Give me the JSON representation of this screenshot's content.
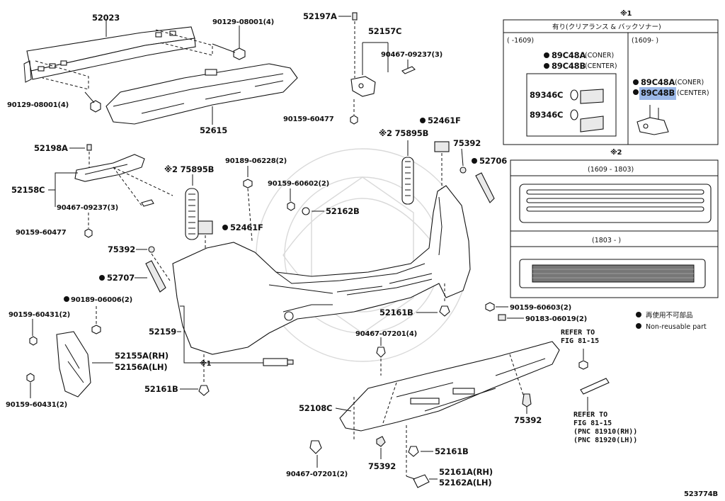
{
  "diagram_id": "523774B",
  "parts": {
    "p52023": "52023",
    "p90129_top": "90129-08001(4)",
    "p90129_left": "90129-08001(4)",
    "p52615": "52615",
    "p52197A": "52197A",
    "p52157C": "52157C",
    "p90467_top": "90467-09237(3)",
    "p90159_60477_mid": "90159-60477",
    "p52461F_top": "52461F",
    "p75895B_top": "※2 75895B",
    "p75392_top": "75392",
    "p52706": "52706",
    "p52198A": "52198A",
    "p90189_06228": "90189-06228(2)",
    "p52158C": "52158C",
    "p90159_60602": "90159-60602(2)",
    "p90467_left": "90467-09237(3)",
    "p52162B": "52162B",
    "p90159_60477_left": "90159-60477",
    "p75895B_left": "※2 75895B",
    "p52461F_left": "52461F",
    "p75392_left": "75392",
    "p52707": "52707",
    "p90189_06006": "90189-06006(2)",
    "p90159_60431_a": "90159-60431(2)",
    "p52161B_mid": "52161B",
    "p90159_60603": "90159-60603(2)",
    "p90183_06019": "90183-06019(2)",
    "p52159": "52159",
    "p52155A": "52155A(RH)",
    "p52156A": "52156A(LH)",
    "p90467_07201_a": "90467-07201(4)",
    "p90159_60431_b": "90159-60431(2)",
    "p52161B_left": "52161B",
    "p52108C": "52108C",
    "p75392_right": "75392",
    "p90467_07201_b": "90467-07201(2)",
    "p75392_bottom": "75392",
    "p52161B_bottom": "52161B",
    "p52161A": "52161A(RH)",
    "p52162A": "52162A(LH)",
    "star1_mark": "※1"
  },
  "refer": {
    "a_line1": "REFER TO",
    "a_line2": "FIG 81-15",
    "b_line1": "REFER TO",
    "b_line2": "FIG 81-15",
    "b_line3": "(PNC 81910(RH))",
    "b_line4": "(PNC 81920(LH))"
  },
  "box1": {
    "mark": "※1",
    "title": "有り(クリアランス & バックソナー)",
    "col_left": "(    -1609)",
    "col_right": "(1609-    )",
    "l_item1": "89C48A",
    "l_item1_note": "(CONER)",
    "l_item2": "89C48B",
    "l_item2_note": "(CENTER)",
    "l_sub1": "89346C",
    "l_sub2": "89346C",
    "r_item1": "89C48A",
    "r_item1_note": "(CONER)",
    "r_item2": "89C48B",
    "r_item2_note": "(CENTER)"
  },
  "box2": {
    "mark": "※2",
    "top_label": "(1609 - 1803)",
    "bottom_label": "(1803 -      )"
  },
  "legend": {
    "item1": "再使用不可部品",
    "item2": "Non-reusable part"
  },
  "colors": {
    "highlight": "#9bb8e8",
    "line": "#111111"
  }
}
